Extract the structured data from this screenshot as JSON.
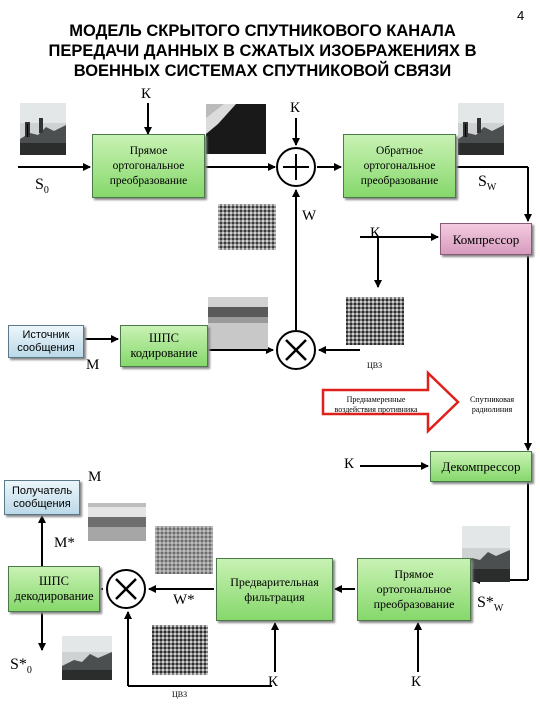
{
  "page_number": "4",
  "title_lines": [
    "МОДЕЛЬ СКРЫТОГО СПУТНИКОВОГО КАНАЛА",
    "ПЕРЕДАЧИ ДАННЫХ В СЖАТЫХ ИЗОБРАЖЕНИЯХ В",
    "ВОЕННЫХ СИСТЕМАХ СПУТНИКОВОЙ СВЯЗИ"
  ],
  "boxes": {
    "forward_transform_top": "Прямое ортогональное преобразование",
    "inverse_transform": "Обратное ортогональное преобразование",
    "compressor": "Компрессор",
    "message_source": "Источник сообщения",
    "pss_encoding": "ШПС кодирование",
    "decompressor": "Декомпрессор",
    "message_receiver": "Получатель сообщения",
    "pss_decoding": "ШПС декодирование",
    "pre_filtering": "Предварительная фильтрация",
    "forward_transform_bottom": "Прямое ортогональное преобразование"
  },
  "labels": {
    "k": "К",
    "s0": "S",
    "s0_sub": "0",
    "sw": "S",
    "sw_sub": "W",
    "w": "W",
    "m": "М",
    "m_star": "М*",
    "w_star": "W*",
    "sw_star": "S*",
    "sw_star_sub": "W",
    "s0_star": "S*",
    "s0_star_sub": "0",
    "cvz_top": "ЦВЗ",
    "cvz_bottom": "ЦВЗ",
    "adversary_line1": "Преднамеренные",
    "adversary_line2": "воздействия противника",
    "satellite_line1": "Спутниковая",
    "satellite_line2": "радиолиния"
  },
  "colors": {
    "process_box": "#9fe38a",
    "compressor_box": "#e4b2cf",
    "endpoint_box": "#d6ebf5",
    "adversary_arrow": "#e0201a"
  }
}
